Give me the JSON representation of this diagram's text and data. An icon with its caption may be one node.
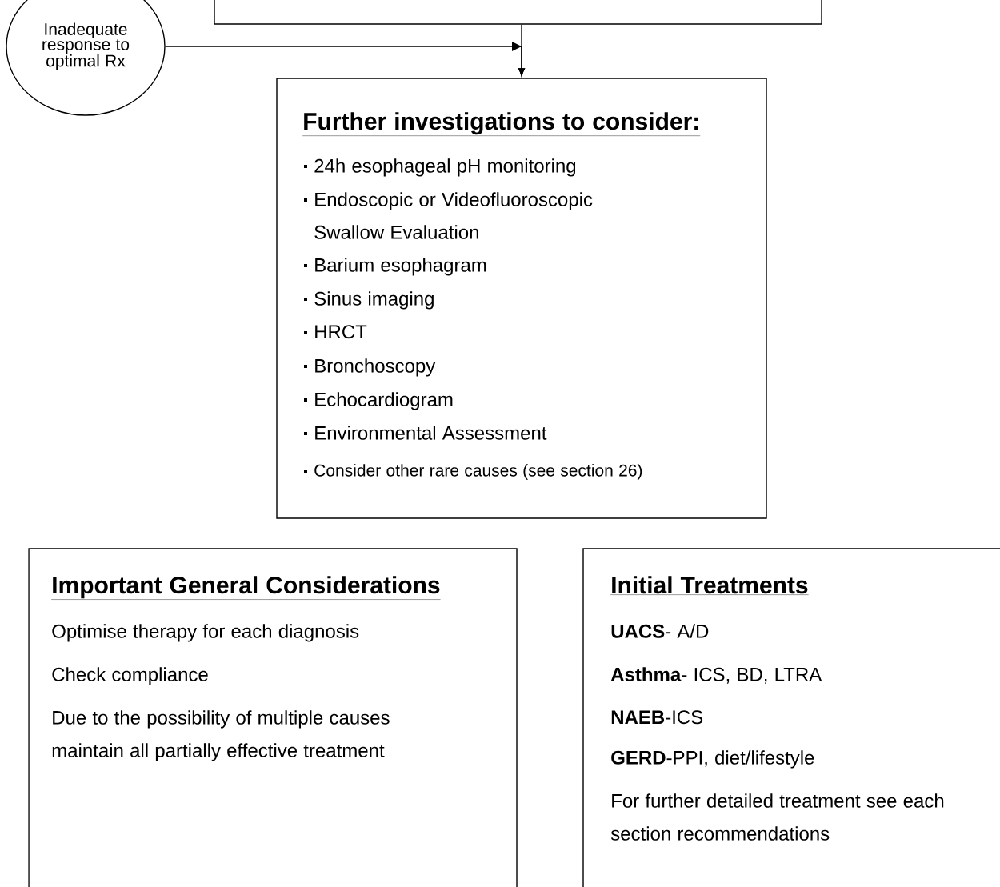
{
  "diagram": {
    "nodes": [
      {
        "text": [],
        "shape": "box"
      },
      {
        "text": [
          "Inadequate response to optimal Rx"
        ]
      },
      {
        "text": [
          "Further investigations to consider:",
          "24h esophageal pH monitoring",
          "Endoscopic or Videofluoroscopic Swallow Evaluation",
          "Barium esophagram",
          "Sinus imaging",
          "HRCT",
          "Bronchoscopy",
          "Echocardiogram",
          "Environmental Assessment",
          "Consider other rare causes (see section 26)"
        ]
      },
      {
        "text": [
          "Important General Considerations",
          "Optimise therapy for each diagnosis",
          "Check compliance",
          "Due to the possibility of multiple causes maintain all partially effective treatment"
        ]
      },
      {
        "text": [
          "Initial Treatments",
          "**UACS**- A/D",
          "**Asthma**- ICS, BD, LTRA",
          "**NAEB**-ICS",
          "**GERD**-PPI, diet/lifestyle",
          "For further detailed treatment see each section recommendations"
        ]
      }
    ],
    "edges": [
      {
        "from": 0,
        "to": 2,
        "arrow": "to"
      },
      {
        "from": 1,
        "to": 2,
        "arrow": "to"
      }
    ]
  }
}
